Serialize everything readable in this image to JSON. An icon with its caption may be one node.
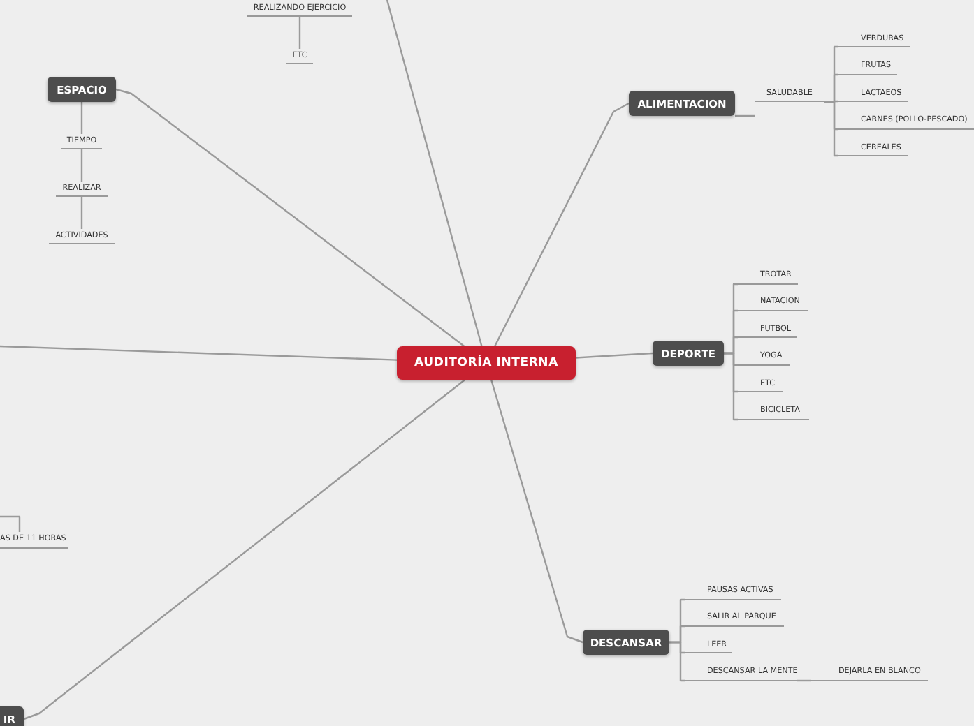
{
  "diagram": {
    "nodes": [
      {
        "text": [
          "AUDITORÍA INTERNA"
        ]
      },
      {
        "text": [
          "REALIZANDO EJERCICIO"
        ]
      },
      {
        "text": [
          "ETC"
        ]
      },
      {
        "text": [
          "ESPACIO"
        ]
      },
      {
        "text": [
          "TIEMPO"
        ]
      },
      {
        "text": [
          "REALIZAR"
        ]
      },
      {
        "text": [
          "ACTIVIDADES"
        ]
      },
      {
        "text": [
          "ALIMENTACION"
        ]
      },
      {
        "text": [
          "SALUDABLE"
        ]
      },
      {
        "text": [
          "VERDURAS"
        ]
      },
      {
        "text": [
          "FRUTAS"
        ]
      },
      {
        "text": [
          "LACTAEOS"
        ]
      },
      {
        "text": [
          "CARNES (POLLO-PESCADO)"
        ]
      },
      {
        "text": [
          "CEREALES"
        ]
      },
      {
        "text": [
          "DEPORTE"
        ]
      },
      {
        "text": [
          "TROTAR"
        ]
      },
      {
        "text": [
          "NATACION"
        ]
      },
      {
        "text": [
          "FUTBOL"
        ]
      },
      {
        "text": [
          "YOGA"
        ]
      },
      {
        "text": [
          "ETC"
        ]
      },
      {
        "text": [
          "BICICLETA"
        ]
      },
      {
        "text": [
          "DESCANSAR"
        ]
      },
      {
        "text": [
          "PAUSAS ACTIVAS"
        ]
      },
      {
        "text": [
          "SALIR AL PARQUE"
        ]
      },
      {
        "text": [
          "LEER"
        ]
      },
      {
        "text": [
          "DESCANSAR LA MENTE"
        ]
      },
      {
        "text": [
          "DEJARLA EN BLANCO"
        ]
      },
      {
        "text": [
          "AS DE 11 HORAS"
        ]
      },
      {
        "text": [
          "IR"
        ]
      }
    ],
    "edges": [
      {
        "from": 0,
        "to": 3,
        "arrow": "none"
      },
      {
        "from": 0,
        "to": 7,
        "arrow": "none"
      },
      {
        "from": 0,
        "to": 14,
        "arrow": "none"
      },
      {
        "from": 0,
        "to": 21,
        "arrow": "none"
      },
      {
        "from": 0,
        "to": 28,
        "arrow": "none"
      },
      {
        "from": 0,
        "to": null,
        "arrow": "none"
      },
      {
        "from": 0,
        "to": null,
        "arrow": "none"
      },
      {
        "from": 1,
        "to": 2,
        "arrow": "none"
      },
      {
        "from": 3,
        "to": 4,
        "arrow": "none"
      },
      {
        "from": 4,
        "to": 5,
        "arrow": "none"
      },
      {
        "from": 5,
        "to": 6,
        "arrow": "none"
      },
      {
        "from": 7,
        "to": 8,
        "arrow": "none"
      },
      {
        "from": 8,
        "to": 9,
        "arrow": "none"
      },
      {
        "from": 8,
        "to": 10,
        "arrow": "none"
      },
      {
        "from": 8,
        "to": 11,
        "arrow": "none"
      },
      {
        "from": 8,
        "to": 12,
        "arrow": "none"
      },
      {
        "from": 8,
        "to": 13,
        "arrow": "none"
      },
      {
        "from": 14,
        "to": 15,
        "arrow": "none"
      },
      {
        "from": 14,
        "to": 16,
        "arrow": "none"
      },
      {
        "from": 14,
        "to": 17,
        "arrow": "none"
      },
      {
        "from": 14,
        "to": 18,
        "arrow": "none"
      },
      {
        "from": 14,
        "to": 19,
        "arrow": "none"
      },
      {
        "from": 14,
        "to": 20,
        "arrow": "none"
      },
      {
        "from": 21,
        "to": 22,
        "arrow": "none"
      },
      {
        "from": 21,
        "to": 23,
        "arrow": "none"
      },
      {
        "from": 21,
        "to": 24,
        "arrow": "none"
      },
      {
        "from": 21,
        "to": 25,
        "arrow": "none"
      },
      {
        "from": 25,
        "to": 26,
        "arrow": "none"
      },
      {
        "from": null,
        "to": 27,
        "arrow": "none"
      }
    ]
  }
}
